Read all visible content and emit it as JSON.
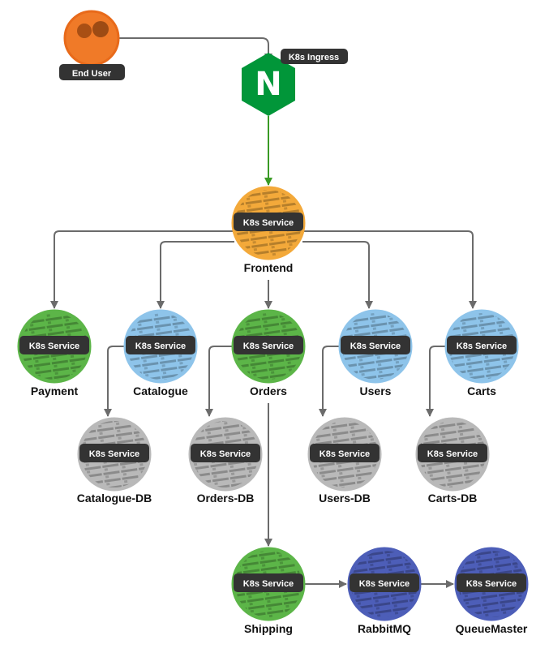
{
  "end_user": {
    "label": "End User",
    "color": "#f07a28"
  },
  "ingress": {
    "label": "K8s Ingress",
    "logo_letter": "N",
    "color": "#019639"
  },
  "service_badge": "K8s Service",
  "colors": {
    "edge": "#6b6b6b",
    "ingress_edge": "#3a9a25",
    "badge": "#333333"
  },
  "nodes": [
    {
      "id": "frontend",
      "label": "Frontend",
      "color": "#f3a93a"
    },
    {
      "id": "payment",
      "label": "Payment",
      "color": "#5cb548"
    },
    {
      "id": "catalogue",
      "label": "Catalogue",
      "color": "#8ec4ea"
    },
    {
      "id": "orders",
      "label": "Orders",
      "color": "#5cb548"
    },
    {
      "id": "users",
      "label": "Users",
      "color": "#8ec4ea"
    },
    {
      "id": "carts",
      "label": "Carts",
      "color": "#8ec4ea"
    },
    {
      "id": "catalogue-db",
      "label": "Catalogue-DB",
      "color": "#b9b9b9"
    },
    {
      "id": "orders-db",
      "label": "Orders-DB",
      "color": "#b9b9b9"
    },
    {
      "id": "users-db",
      "label": "Users-DB",
      "color": "#b9b9b9"
    },
    {
      "id": "carts-db",
      "label": "Carts-DB",
      "color": "#b9b9b9"
    },
    {
      "id": "shipping",
      "label": "Shipping",
      "color": "#5cb548"
    },
    {
      "id": "rabbitmq",
      "label": "RabbitMQ",
      "color": "#4d5eb8"
    },
    {
      "id": "queuemaster",
      "label": "QueueMaster",
      "color": "#4d5eb8"
    }
  ],
  "edges": [
    [
      "end-user",
      "ingress"
    ],
    [
      "ingress",
      "frontend"
    ],
    [
      "frontend",
      "payment"
    ],
    [
      "frontend",
      "catalogue"
    ],
    [
      "frontend",
      "orders"
    ],
    [
      "frontend",
      "users"
    ],
    [
      "frontend",
      "carts"
    ],
    [
      "catalogue",
      "catalogue-db"
    ],
    [
      "orders",
      "orders-db"
    ],
    [
      "users",
      "users-db"
    ],
    [
      "carts",
      "carts-db"
    ],
    [
      "orders",
      "shipping"
    ],
    [
      "shipping",
      "rabbitmq"
    ],
    [
      "rabbitmq",
      "queuemaster"
    ]
  ]
}
